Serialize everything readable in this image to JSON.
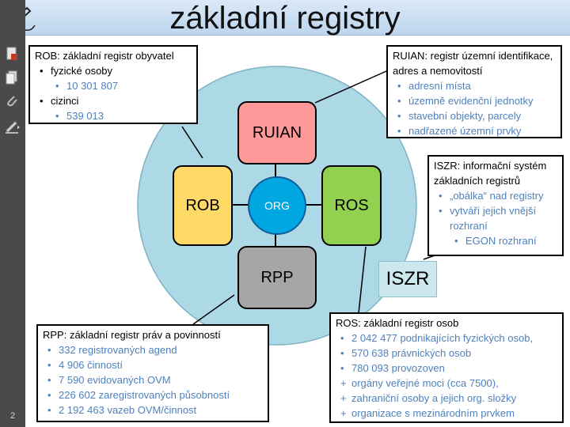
{
  "title": "základní registry",
  "page_number": "2",
  "diagram": {
    "ruian_label": "RUIAN",
    "rob_label": "ROB",
    "ros_label": "ROS",
    "rpp_label": "RPP",
    "org_label": "ORG",
    "iszr_label": "ISZR"
  },
  "rob_callout": {
    "heading": "ROB: základní registr obyvatel",
    "items": [
      {
        "level": 1,
        "bullet": "•",
        "text": "fyzické osoby",
        "color": "black"
      },
      {
        "level": 2,
        "bullet": "•",
        "text": "10 301 807",
        "color": "blue"
      },
      {
        "level": 1,
        "bullet": "•",
        "text": "cizinci",
        "color": "black"
      },
      {
        "level": 2,
        "bullet": "•",
        "text": "539 013",
        "color": "blue"
      }
    ]
  },
  "ruian_callout": {
    "heading": "RUIAN: registr územní identifikace, adres a nemovitostí",
    "items": [
      {
        "level": 1,
        "bullet": "•",
        "text": "adresní místa",
        "color": "blue"
      },
      {
        "level": 1,
        "bullet": "•",
        "text": "územně evidenční jednotky",
        "color": "blue"
      },
      {
        "level": 1,
        "bullet": "•",
        "text": "stavební objekty, parcely",
        "color": "blue"
      },
      {
        "level": 1,
        "bullet": "•",
        "text": "nadřazené územní prvky",
        "color": "blue"
      }
    ]
  },
  "iszr_callout": {
    "heading": "ISZR: informační systém základních registrů",
    "items": [
      {
        "level": 1,
        "bullet": "•",
        "text": "„obálka“ nad registry",
        "color": "blue"
      },
      {
        "level": 1,
        "bullet": "•",
        "text": "vytváří jejich vnější rozhraní",
        "color": "blue"
      },
      {
        "level": 2,
        "bullet": "•",
        "text": "EGON rozhraní",
        "color": "blue"
      }
    ]
  },
  "rpp_callout": {
    "heading": "RPP: základní registr práv a povinností",
    "items": [
      {
        "level": 1,
        "bullet": "•",
        "text": "332 registrovaných agend",
        "color": "blue"
      },
      {
        "level": 1,
        "bullet": "•",
        "text": "4 906 činností",
        "color": "blue"
      },
      {
        "level": 1,
        "bullet": "•",
        "text": "7 590 evidovaných OVM",
        "color": "blue"
      },
      {
        "level": 1,
        "bullet": "•",
        "text": "226 602 zaregistrovaných působností",
        "color": "blue"
      },
      {
        "level": 1,
        "bullet": "•",
        "text": "2 192 463 vazeb OVM/činnost",
        "color": "blue"
      }
    ]
  },
  "ros_callout": {
    "heading": "ROS: základní registr osob",
    "items": [
      {
        "level": 1,
        "bullet": "•",
        "text": "2 042 477 podnikajících fyzických osob,",
        "color": "blue"
      },
      {
        "level": 1,
        "bullet": "•",
        "text": "570 638 právnických osob",
        "color": "blue"
      },
      {
        "level": 1,
        "bullet": "•",
        "text": "780 093 provozoven",
        "color": "blue"
      },
      {
        "level": 1,
        "bullet": "+",
        "text": "orgány veřejné moci (cca 7500),",
        "color": "blue"
      },
      {
        "level": 1,
        "bullet": "+",
        "text": "zahraniční osoby a jejich org. složky",
        "color": "blue"
      },
      {
        "level": 1,
        "bullet": "+",
        "text": "organizace s mezinárodním prvkem",
        "color": "blue"
      }
    ]
  },
  "colors": {
    "circle": "#add8e6",
    "ruian": "#ff9999",
    "rob": "#ffd966",
    "ros": "#92d050",
    "rpp": "#a6a6a6",
    "org": "#00a7e1",
    "accent_text": "#4f81bd"
  },
  "icons": {
    "logo": "pen-icon",
    "tools": [
      "save-page-icon",
      "copy-pages-icon",
      "attachment-icon",
      "edit-icon"
    ]
  }
}
